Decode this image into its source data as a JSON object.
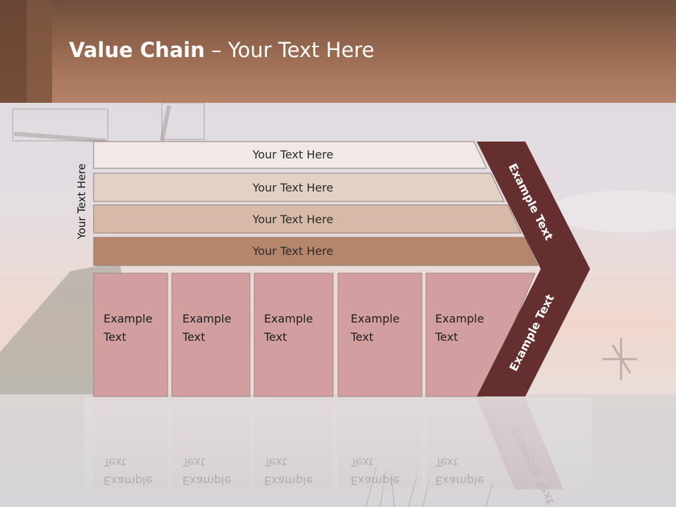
{
  "slide": {
    "title_bold": "Value Chain",
    "title_rest": " – Your Text Here",
    "side_label": "Your Text Here"
  },
  "bars": [
    {
      "label": "Your Text Here",
      "color": "#f0e9e6"
    },
    {
      "label": "Your Text Here",
      "color": "#e4d1c6"
    },
    {
      "label": "Your Text Here",
      "color": "#d6b9a6"
    },
    {
      "label": "Your Text Here",
      "color": "#b5866a"
    }
  ],
  "cells": [
    {
      "line1": "Example",
      "line2": "Text"
    },
    {
      "line1": "Example",
      "line2": "Text"
    },
    {
      "line1": "Example",
      "line2": "Text"
    },
    {
      "line1": "Example",
      "line2": "Text"
    },
    {
      "line1": "Example",
      "line2": "Text"
    }
  ],
  "chevron": {
    "upper_label": "Example Text",
    "lower_label": "Example Text",
    "color": "#652f2f"
  },
  "colors": {
    "cell_fill": "#d29ea0",
    "header_dark": "#6f4e3c",
    "header_light": "#b58369"
  }
}
